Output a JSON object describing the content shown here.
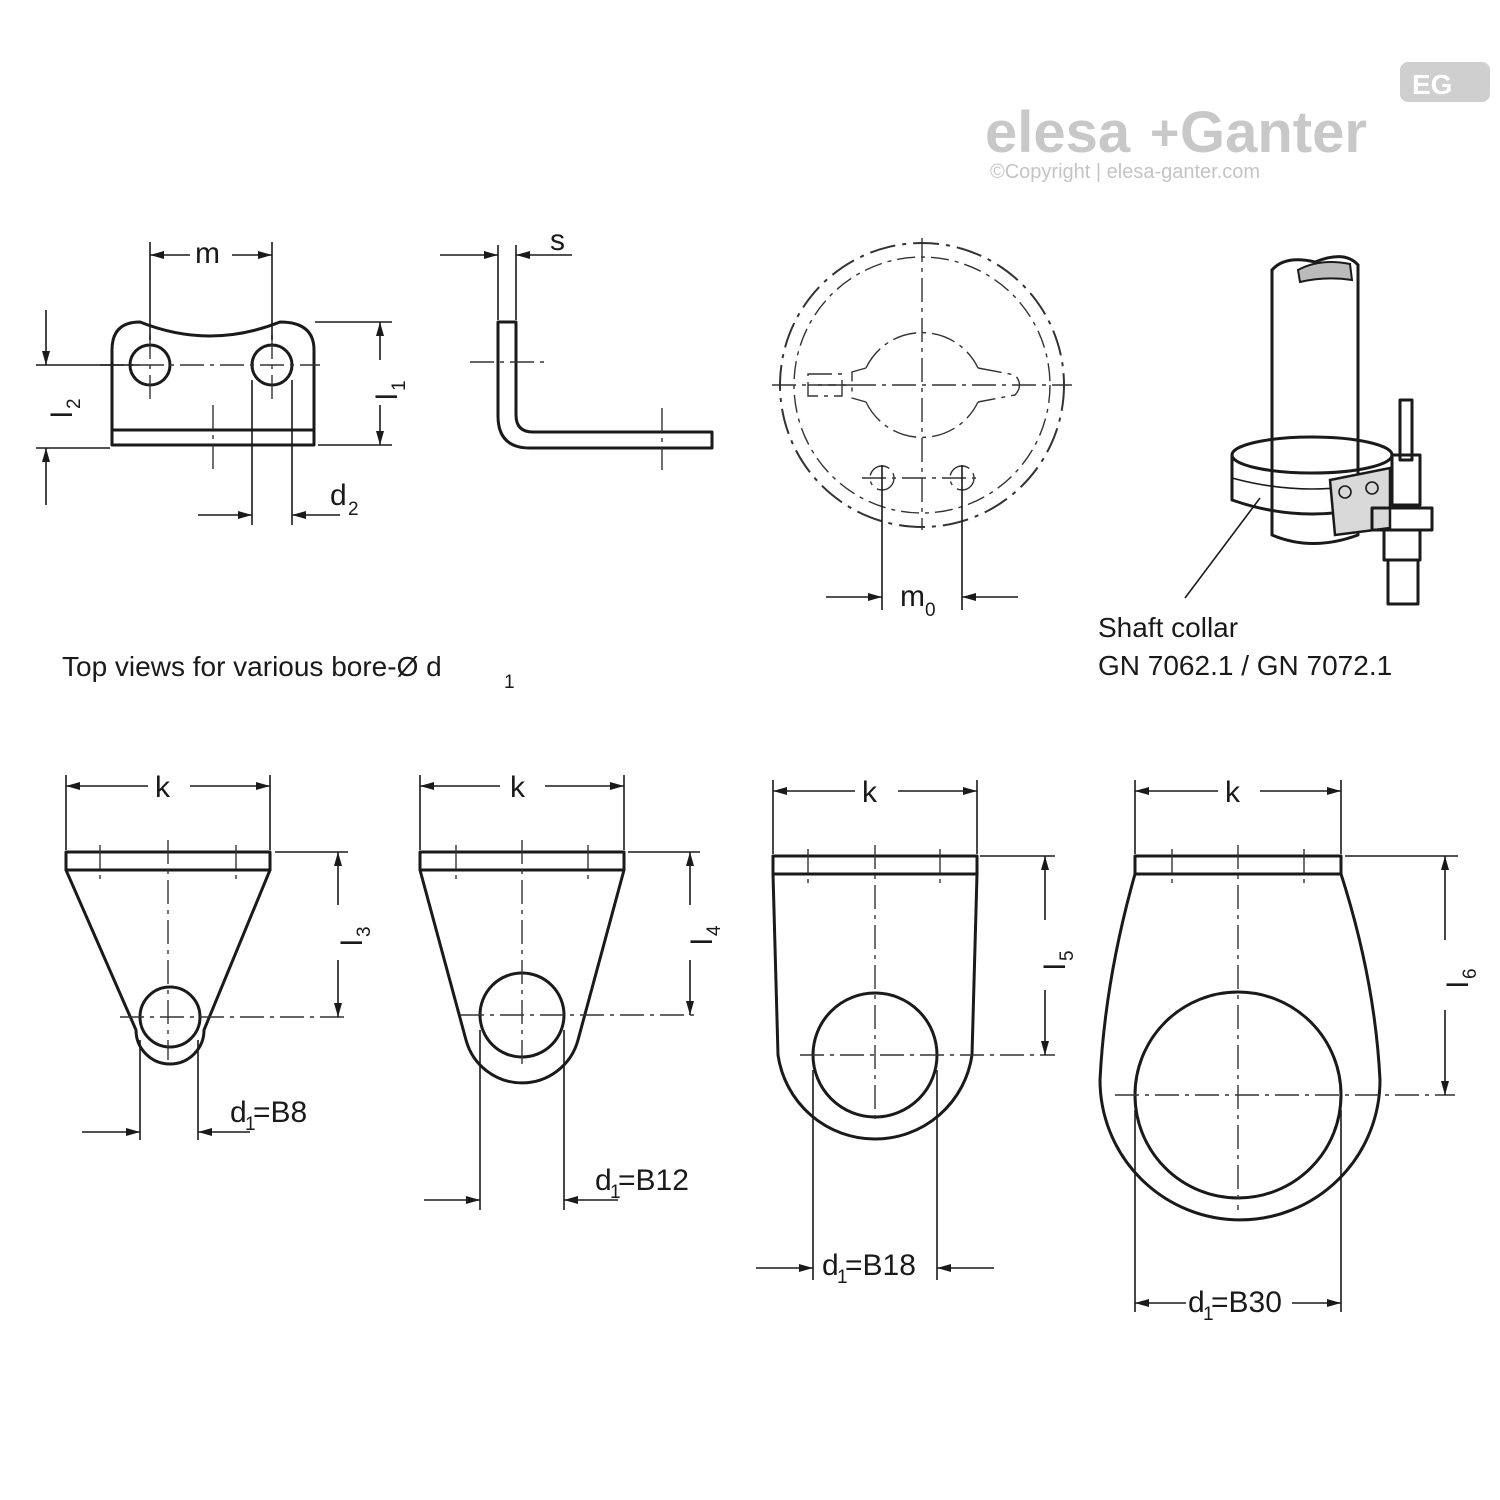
{
  "logo": {
    "brand_left": "elesa",
    "brand_plus": "+",
    "brand_right": "Ganter",
    "copyright": "©Copyright | elesa-ganter.com",
    "badge": "EG"
  },
  "dims": {
    "m": "m",
    "s": "s",
    "l1": "l",
    "l1_sub": "1",
    "l2": "l",
    "l2_sub": "2",
    "d2": "d",
    "d2_sub": "2",
    "m0": "m",
    "m0_sub": "0",
    "k": "k",
    "l3": "l",
    "l3_sub": "3",
    "l4": "l",
    "l4_sub": "4",
    "l5": "l",
    "l5_sub": "5",
    "l6": "l",
    "l6_sub": "6"
  },
  "bores": [
    {
      "d": "d",
      "sub": "1",
      "value": "=B8"
    },
    {
      "d": "d",
      "sub": "1",
      "value": "=B12"
    },
    {
      "d": "d",
      "sub": "1",
      "value": "=B18"
    },
    {
      "d": "d",
      "sub": "1",
      "value": "=B30"
    }
  ],
  "captions": {
    "top_views": "Top views for various bore-Ø d",
    "top_views_sub": "1",
    "shaft_collar_1": "Shaft collar",
    "shaft_collar_2": "GN 7062.1 / GN 7072.1"
  }
}
